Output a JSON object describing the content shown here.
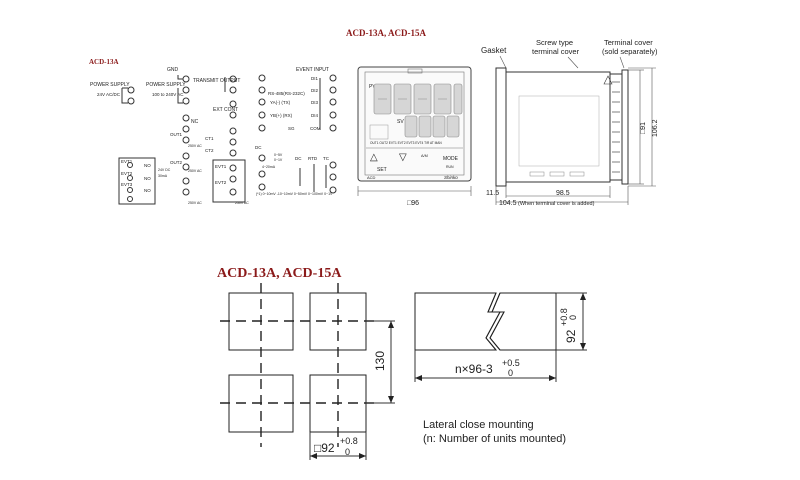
{
  "titles": {
    "wiring_label": "ACD-13A",
    "front_label": "ACD-13A, ACD-15A",
    "cutout_label": "ACD-13A, ACD-15A"
  },
  "wiring": {
    "power_supply_1": "POWER SUPPLY",
    "power_supply_1_rating": "24V AC/DC",
    "gnd": "GND",
    "power_supply_2": "POWER SUPPLY",
    "power_supply_2_rating": "100 to 240V AC",
    "transmit_output": "TRANSMIT OUTPUT",
    "ext_cont": "EXT CONT",
    "event_input": "EVENT INPUT",
    "di1": "DI1",
    "di2": "DI2",
    "di3": "DI3",
    "di4": "DI4",
    "com": "COM",
    "rs485": "RS-485(RS-232C)",
    "ya_tx": "YA(-) (TX)",
    "yb_rx": "YB(+) (RX)",
    "sg": "SG",
    "nc": "NC",
    "out1": "OUT1",
    "out2": "OUT2",
    "ct1": "CT1",
    "ct2": "CT2",
    "evt1": "EVT1",
    "evt2": "EVT2",
    "evt3": "EVT3",
    "no": "NO",
    "v_240ac": "250V AC",
    "v_24dc": "24V DC",
    "ma_30": "30mA",
    "dc": "DC",
    "rtd": "RTD",
    "tc": "TC",
    "ma_4_20": "4~20mA",
    "v_0_5": "0~5V",
    "v_0_1": "0~1V",
    "ranges": "(*1) 0~10mV  -10~10mV  0~50mV  0~100mV  0~1V"
  },
  "front": {
    "pv": "PV",
    "sv": "SV",
    "digits_pv": "8888",
    "digits_sv": "8888",
    "set_button": "SET",
    "mode_button": "MODE",
    "brand": "Shinko",
    "model": "ACD",
    "am_label": "A/M",
    "run_label": "RUN",
    "indicators": "OUT1 OUT2 EVT1 EVT2 EVT3 EVT4 T/R AT MAN",
    "dim_96": "□96"
  },
  "side": {
    "gasket": "Gasket",
    "screw_terminal": "Screw type\nterminal cover",
    "terminal_cover": "Terminal cover\n(sold separately)",
    "dim_11_5": "11.5",
    "dim_98_5": "98.5",
    "dim_104_5": "104.5",
    "dim_104_5_note": "(When terminal cover is added)",
    "dim_91": "□91",
    "dim_106_2": "106.2"
  },
  "cutout": {
    "dim_130": "130",
    "dim_92_main": "□92",
    "dim_92_sup": "+0.8",
    "dim_92_sub": "0",
    "dim_n": "n×96-3",
    "dim_n_sup": "+0.5",
    "dim_n_sub": "0",
    "dim_92_vert": "92",
    "dim_92_vert_sup": "+0.8",
    "dim_92_vert_sub": "0",
    "lateral_1": "Lateral close mounting",
    "lateral_2": "(n: Number of units mounted)"
  }
}
